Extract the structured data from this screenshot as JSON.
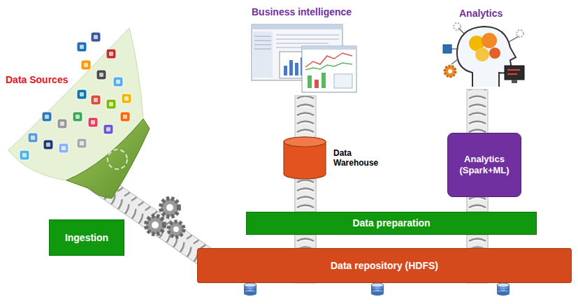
{
  "diagram": {
    "nodes": [
      {
        "text": [
          "Data Warehouse"
        ]
      },
      {
        "text": [
          "Analytics (Spark+ML)"
        ]
      },
      {
        "text": [
          "Data preparation"
        ]
      },
      {
        "text": [
          "Ingestion"
        ]
      },
      {
        "text": [
          "Data repository (HDFS)"
        ]
      }
    ],
    "edges": [
      {
        "from": 2,
        "to": 0,
        "arrow": "none"
      },
      {
        "from": 2,
        "to": 1,
        "arrow": "none"
      },
      {
        "from": 4,
        "to": 2,
        "arrow": "none"
      },
      {
        "from": 4,
        "to": 2,
        "arrow": "none"
      }
    ],
    "labels": [
      "Data Sources",
      "Business intelligence",
      "Analytics"
    ]
  }
}
